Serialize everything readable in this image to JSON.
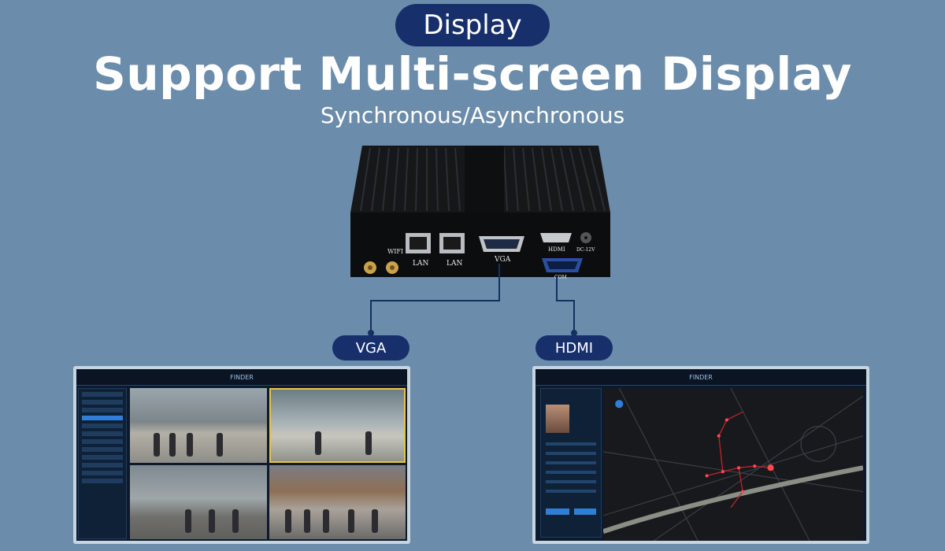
{
  "header": {
    "badge": "Display",
    "title": "Support Multi-screen Display",
    "subtitle": "Synchronous/Asynchronous"
  },
  "device": {
    "ports": {
      "wifi": "WIFI",
      "lan1": "LAN",
      "lan2": "LAN",
      "vga": "VGA",
      "hdmi": "HDMI",
      "dc": "DC-12V",
      "com": "COM"
    }
  },
  "outputs": {
    "vga_label": "VGA",
    "hdmi_label": "HDMI"
  },
  "monitors": {
    "left_app_title": "FINDER",
    "right_app_title": "FINDER"
  },
  "colors": {
    "background": "#6b8caa",
    "pill": "#17306b",
    "wire": "#16305e"
  }
}
